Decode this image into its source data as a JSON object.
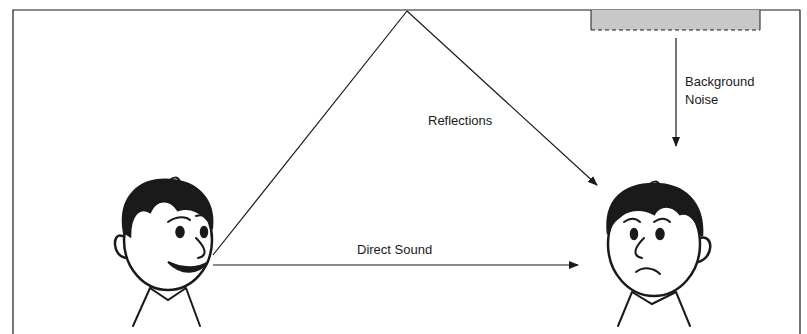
{
  "diagram": {
    "labels": [
      "Reflections",
      "Direct Sound",
      "Background Noise"
    ]
  }
}
